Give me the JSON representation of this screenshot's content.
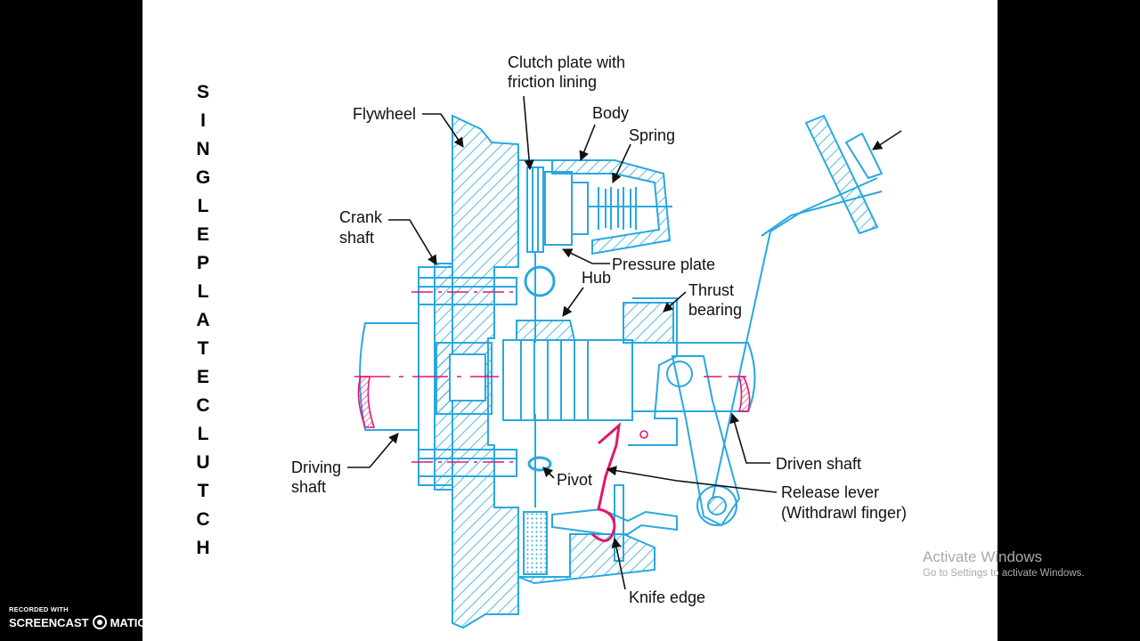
{
  "title_letters": [
    "S",
    "I",
    "N",
    "G",
    "L",
    "E",
    "P",
    "L",
    "A",
    "T",
    "E",
    "C",
    "L",
    "U",
    "T",
    "C",
    "H"
  ],
  "labels": {
    "clutch_plate_1": "Clutch plate with",
    "clutch_plate_2": "friction lining",
    "flywheel": "Flywheel",
    "body": "Body",
    "spring": "Spring",
    "crank_1": "Crank",
    "crank_2": "shaft",
    "pressure_plate": "Pressure plate",
    "hub": "Hub",
    "thrust_1": "Thrust",
    "thrust_2": "bearing",
    "driving_1": "Driving",
    "driving_2": "shaft",
    "driven_shaft": "Driven shaft",
    "pivot": "Pivot",
    "release_1": "Release lever",
    "release_2": "(Withdrawl finger)",
    "knife_edge": "Knife edge"
  },
  "watermark": {
    "title": "Activate Windows",
    "subtitle": "Go to Settings to activate Windows."
  },
  "recorder": {
    "small": "RECORDED WITH",
    "brand_left": "SCREENCAST",
    "brand_right": "MATIC"
  },
  "colors": {
    "diagram_line": "#29a8e0",
    "accent": "#e0186e",
    "background": "#ffffff",
    "frame": "#000000"
  }
}
